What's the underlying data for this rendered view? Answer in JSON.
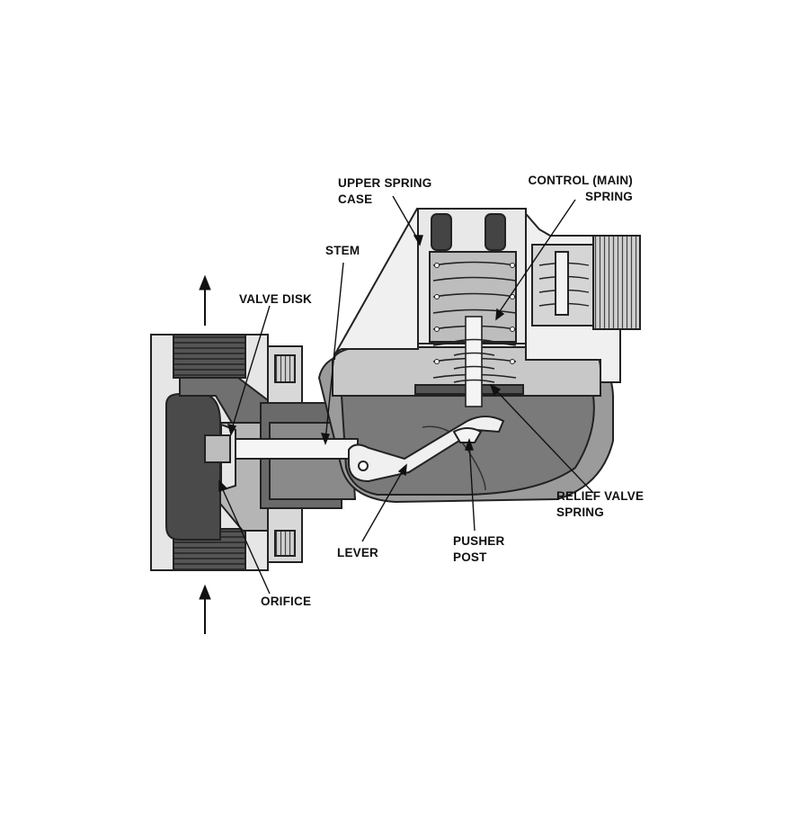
{
  "labels": {
    "upper_spring_case": [
      "UPPER SPRING",
      "CASE"
    ],
    "control_main_spring": [
      "CONTROL (MAIN)",
      "SPRING"
    ],
    "stem": [
      "STEM"
    ],
    "valve_disk": [
      "VALVE DISK"
    ],
    "relief_valve_spring": [
      "RELIEF VALVE",
      "SPRING"
    ],
    "lever": [
      "LEVER"
    ],
    "pusher_post": [
      "PUSHER",
      "POST"
    ],
    "orifice": [
      "ORIFICE"
    ]
  },
  "colors": {
    "outline": "#222222",
    "body_light": "#d9d9d9",
    "body_mid": "#9a9a9a",
    "body_dark": "#5a5a5a",
    "body_darkest": "#3a3a3a",
    "background": "#ffffff"
  },
  "flow_arrows": [
    "arrow-up-icon",
    "arrow-up-icon"
  ]
}
